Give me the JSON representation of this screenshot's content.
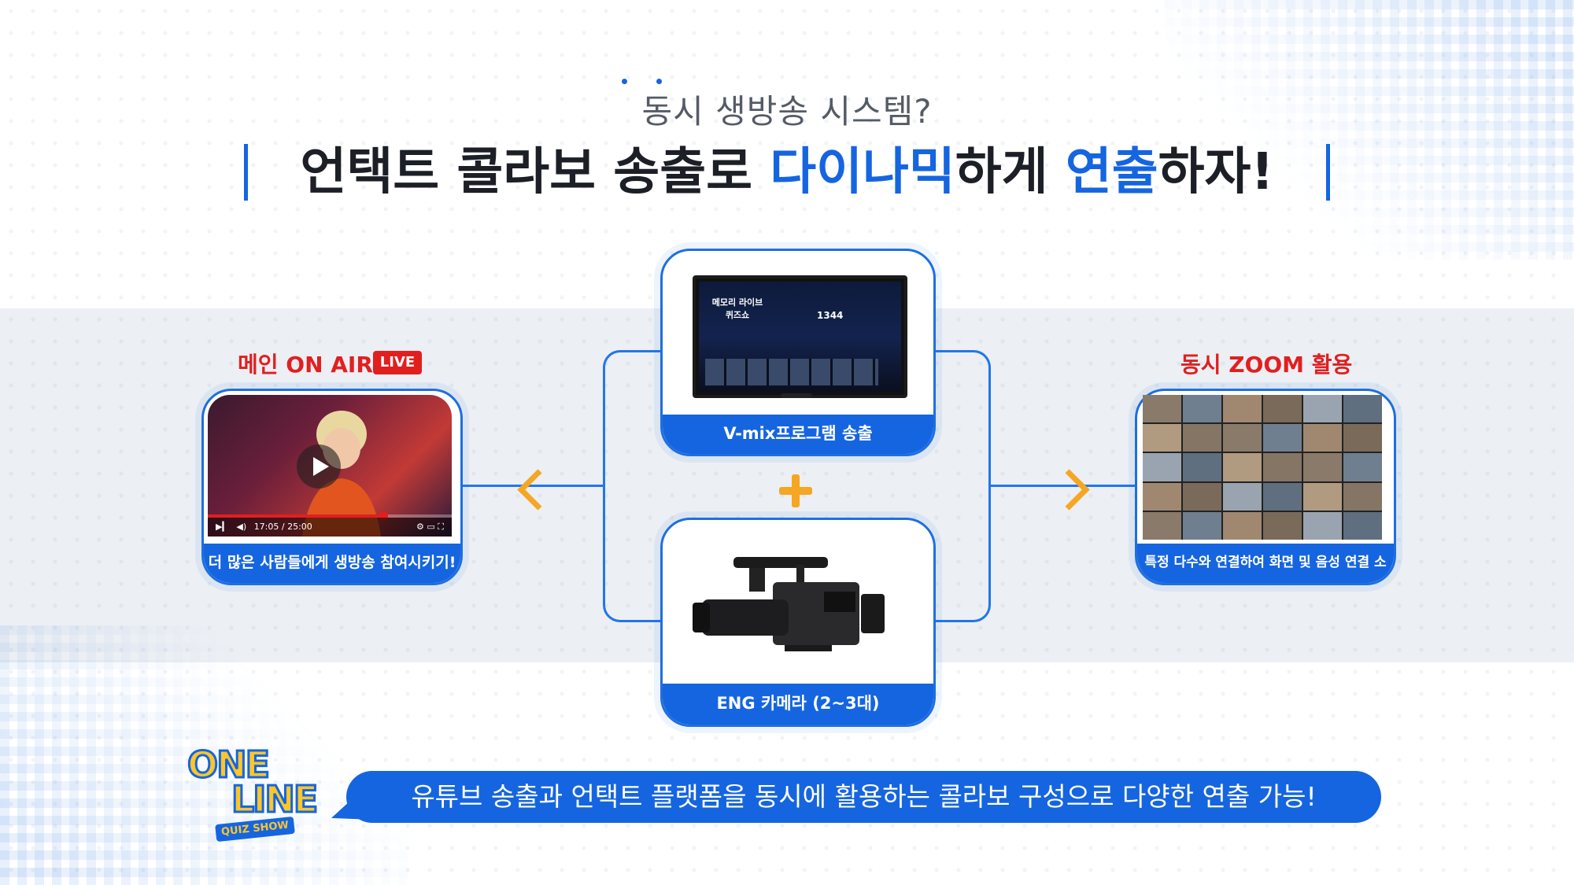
{
  "header": {
    "subtitle": "동시 생방송 시스템?",
    "title_part1": "언택트 콜라보 송출로 ",
    "title_highlight1": "다이나믹",
    "title_part2": "하게 ",
    "title_highlight2": "연출",
    "title_part3": "하자!"
  },
  "center_top": {
    "caption": "V-mix프로그램 송출",
    "screen_text": "메모리 라이브 퀴즈쇼",
    "screen_number": "1344"
  },
  "center_bottom": {
    "caption": "ENG 카메라 (2~3대)"
  },
  "left_card": {
    "label": "메인 ON AIR",
    "badge": "LIVE",
    "caption": "더 많은 사람들에게 생방송 참여시키기!",
    "player_time": "17:05 / 25:00",
    "progress": 0.72
  },
  "right_card": {
    "label": "동시 ZOOM 활용",
    "caption": "특정 다수와 연결하여 화면 및 음성 연결 소통!"
  },
  "banner": {
    "text": "유튜브 송출과 언택트 플랫폼을 동시에 활용하는 콜라보 구성으로 다양한 연출 가능!"
  },
  "logo": {
    "line1": "ONE",
    "line2": "LINE",
    "tag": "QUIZ SHOW"
  },
  "colors": {
    "accent": "#1565e0",
    "live_red": "#e11f1f",
    "arrow_orange": "#f5a623"
  },
  "icons": [
    "play-icon",
    "plus-icon",
    "chevron-left-icon",
    "chevron-right-icon",
    "live-camera-icon"
  ]
}
